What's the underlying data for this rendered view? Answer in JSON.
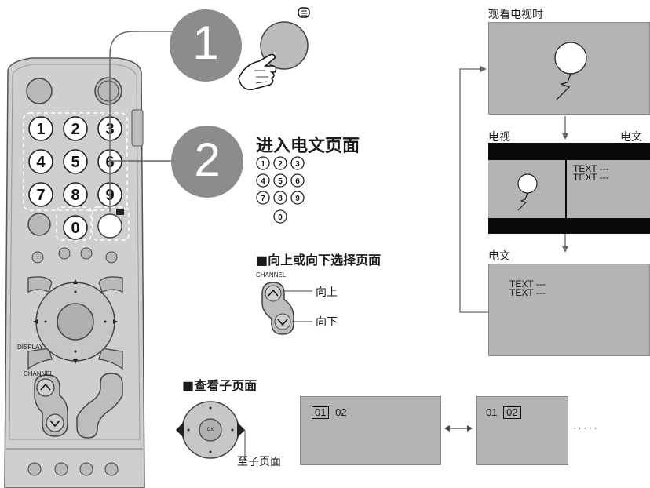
{
  "steps": {
    "step1": "1",
    "step2": "2",
    "step2_title": "进入电文页面",
    "small_keys": [
      "1",
      "2",
      "3",
      "4",
      "5",
      "6",
      "7",
      "8",
      "9",
      "0"
    ]
  },
  "page_select": {
    "title": "■向上或向下选择页面",
    "channel_label": "CHANNEL",
    "up": "向上",
    "down": "向下"
  },
  "subpage": {
    "title": "■查看子页面",
    "ok_label": "OK",
    "goto_label": "至子页面",
    "screen1": {
      "current": "01",
      "other": "02"
    },
    "screen2": {
      "other": "01",
      "current": "02"
    },
    "ellipsis": "· · · · ·"
  },
  "tv_flow": {
    "watching_label": "观看电视时",
    "tv_label": "电视",
    "text_label": "电文",
    "text_mode_label": "电文",
    "text_line1": "TEXT ---",
    "text_line2": "TEXT ---"
  },
  "remote": {
    "keys": [
      "1",
      "2",
      "3",
      "4",
      "5",
      "6",
      "7",
      "8",
      "9",
      "0"
    ],
    "display_label": "DISPLAY",
    "channel_label": "CHANNEL"
  },
  "colors": {
    "step_circle": "#8c8c8c",
    "remote_body": "#cfcfcf",
    "screen_gray": "#b4b4b4"
  }
}
